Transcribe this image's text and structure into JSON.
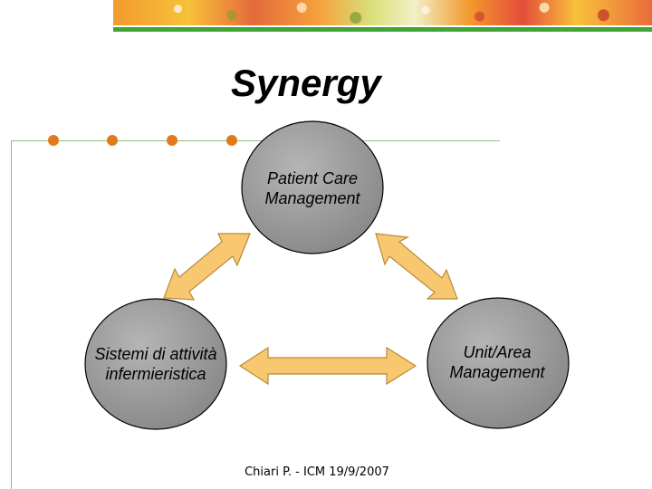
{
  "slide": {
    "title": "Synergy",
    "footer": "Chiari P. - ICM 19/9/2007"
  },
  "nodes": {
    "top": {
      "line1": "Patient Care",
      "line2": "Management"
    },
    "left": {
      "line1": "Sistemi di attività",
      "line2": "infermieristica"
    },
    "right": {
      "line1": "Unit/Area",
      "line2": "Management"
    }
  },
  "colors": {
    "circle_fill": "#9a9a9a",
    "arrow_fill": "#f8c870",
    "arrow_stroke": "#b8893a",
    "accent_dot": "#e07a1c",
    "rule": "#8fbf7a"
  }
}
